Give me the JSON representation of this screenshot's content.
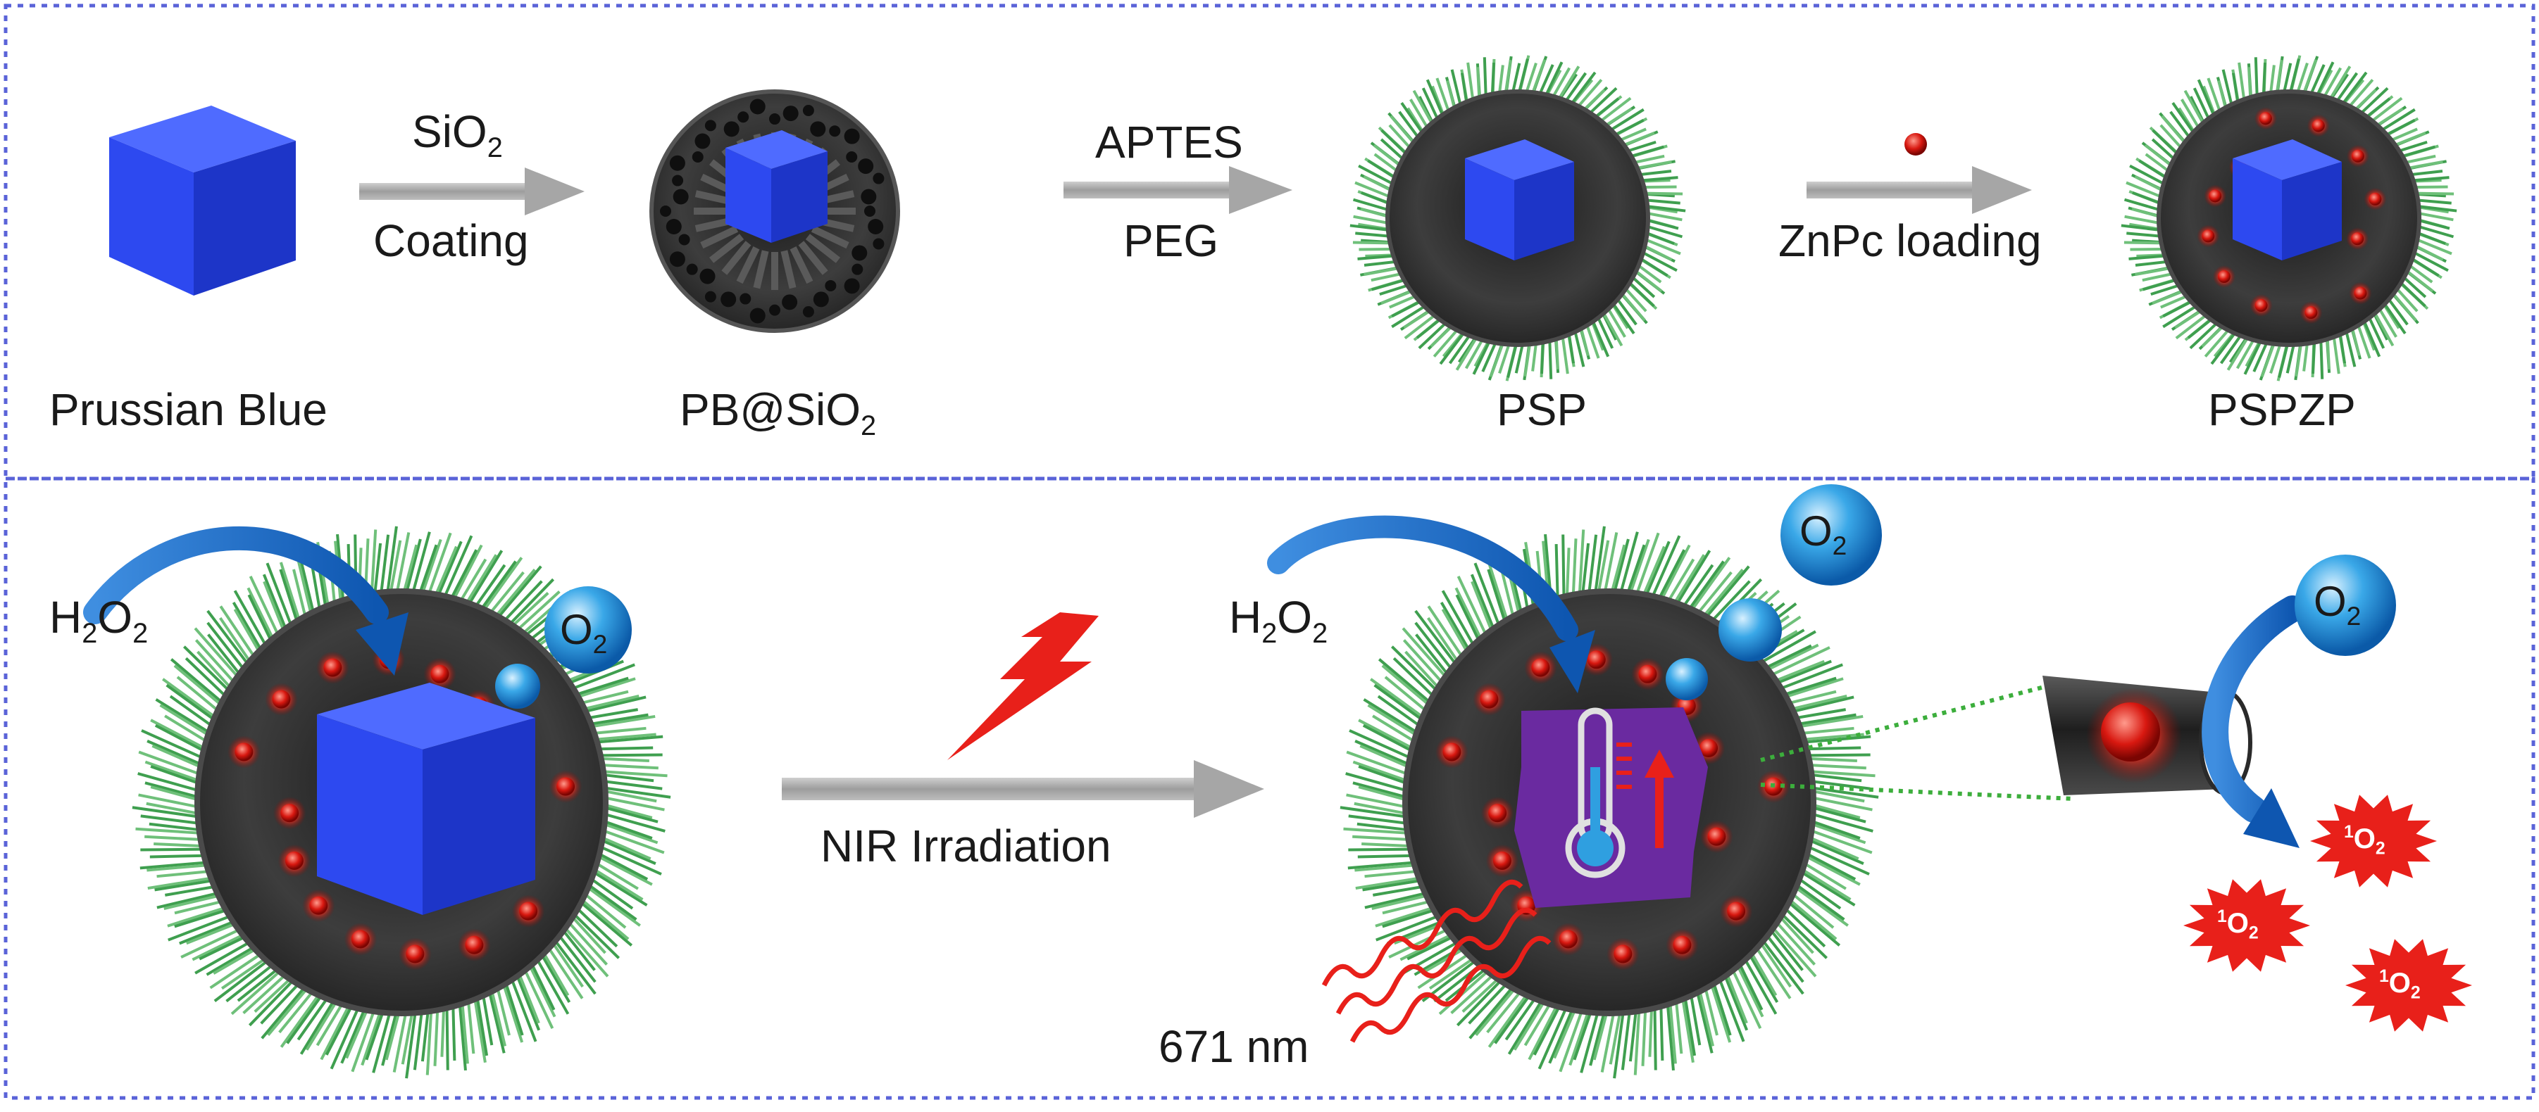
{
  "colors": {
    "panel_border": "#5a63d8",
    "arrow_gray": "#a6a6a6",
    "cube_blue": "#2d49f0",
    "shell_dark": "#3b3b3b",
    "peg_green": "#3f9f4f",
    "zinc_red": "#e8201a",
    "h2o2_arrow": "#1e6fc8",
    "o2_bubble": "#1f8fd6",
    "core_purple": "#6a2aa0"
  },
  "icons": [
    "prussian-blue-cube-icon",
    "mesoporous-silica-shell-icon",
    "peg-brush-icon",
    "znpc-dot-icon",
    "lightning-bolt-icon",
    "thermometer-icon",
    "o2-bubble-icon",
    "singlet-oxygen-burst-icon",
    "nir-wave-icon",
    "pore-channel-icon"
  ],
  "top_panel": {
    "labels": {
      "prussian_blue": "Prussian Blue",
      "pb_sio2_main": "PB@SiO",
      "pb_sio2_sub": "2",
      "psp": "PSP",
      "pspzp": "PSPZP"
    },
    "step1": {
      "top_main": "SiO",
      "top_sub": "2",
      "bottom": "Coating"
    },
    "step2": {
      "top": "APTES",
      "bottom": "PEG"
    },
    "step3": {
      "bottom": "ZnPc loading"
    }
  },
  "bottom_panel": {
    "h2o2_left": {
      "h": "H",
      "two_a": "2",
      "o": "O",
      "two_b": "2"
    },
    "o2_left": {
      "o": "O",
      "two": "2"
    },
    "arrow_label": "NIR Irradiation",
    "h2o2_right": {
      "h": "H",
      "two_a": "2",
      "o": "O",
      "two_b": "2"
    },
    "o2_right_large": {
      "o": "O",
      "two": "2"
    },
    "o2_far": {
      "o": "O",
      "two": "2"
    },
    "wavelength": "671 nm",
    "singlet_oxygen": [
      {
        "one": "1",
        "o": "O",
        "two": "2"
      },
      {
        "one": "1",
        "o": "O",
        "two": "2"
      },
      {
        "one": "1",
        "o": "O",
        "two": "2"
      }
    ]
  }
}
